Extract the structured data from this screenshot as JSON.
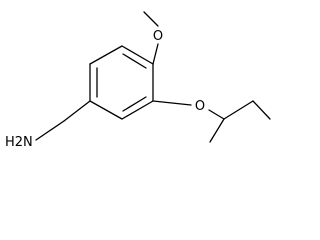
{
  "molecule": {
    "atoms": {
      "amine": "H2N",
      "methoxy_oxygen": "O",
      "ether_oxygen": "O"
    }
  },
  "colors": {
    "background": "#ffffff",
    "ink": "#000000"
  }
}
